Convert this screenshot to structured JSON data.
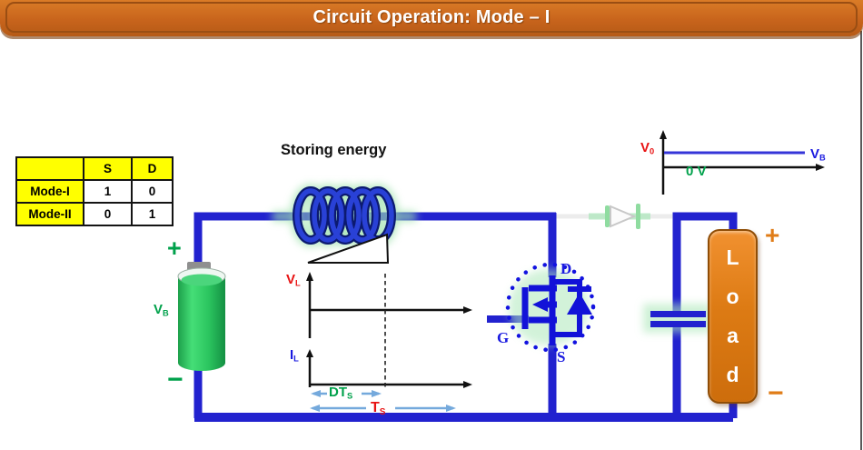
{
  "title": "Circuit Operation: Mode – I",
  "annotation": "Storing energy",
  "mode_table": {
    "headers": {
      "blank": "",
      "s": "S",
      "d": "D"
    },
    "rows": [
      {
        "label": "Mode-I",
        "s": "1",
        "d": "0"
      },
      {
        "label": "Mode-II",
        "s": "0",
        "d": "1"
      }
    ]
  },
  "battery": {
    "plus": "+",
    "minus": "−",
    "vb": {
      "base": "V",
      "sub": "B"
    }
  },
  "waveforms": {
    "vl": {
      "base": "V",
      "sub": "L"
    },
    "il": {
      "base": "I",
      "sub": "L"
    },
    "dts": {
      "base": "DT",
      "sub": "S"
    },
    "ts": {
      "base": "T",
      "sub": "S"
    }
  },
  "mosfet": {
    "drain": "D",
    "gate": "G",
    "source": "S"
  },
  "output_graph": {
    "v0": {
      "base": "V",
      "sub": "0"
    },
    "vb": {
      "base": "V",
      "sub": "B"
    },
    "zero_level": "0 V"
  },
  "load": {
    "letters": [
      "L",
      "o",
      "a",
      "d"
    ],
    "plus": "+",
    "minus": "−"
  },
  "colors": {
    "title_bar": "#c8641c",
    "wire_blue": "#2222cf",
    "coil_blue": "#2941d6",
    "glow_green": "#a9e5b4",
    "battery_green": "#2bc55f",
    "label_green": "#00a14b",
    "label_red": "#e81212",
    "label_blue": "#1a1ae0",
    "load_orange": "#e07c17",
    "arrow_light_blue": "#74a9dc",
    "table_yellow": "#ffff00"
  }
}
